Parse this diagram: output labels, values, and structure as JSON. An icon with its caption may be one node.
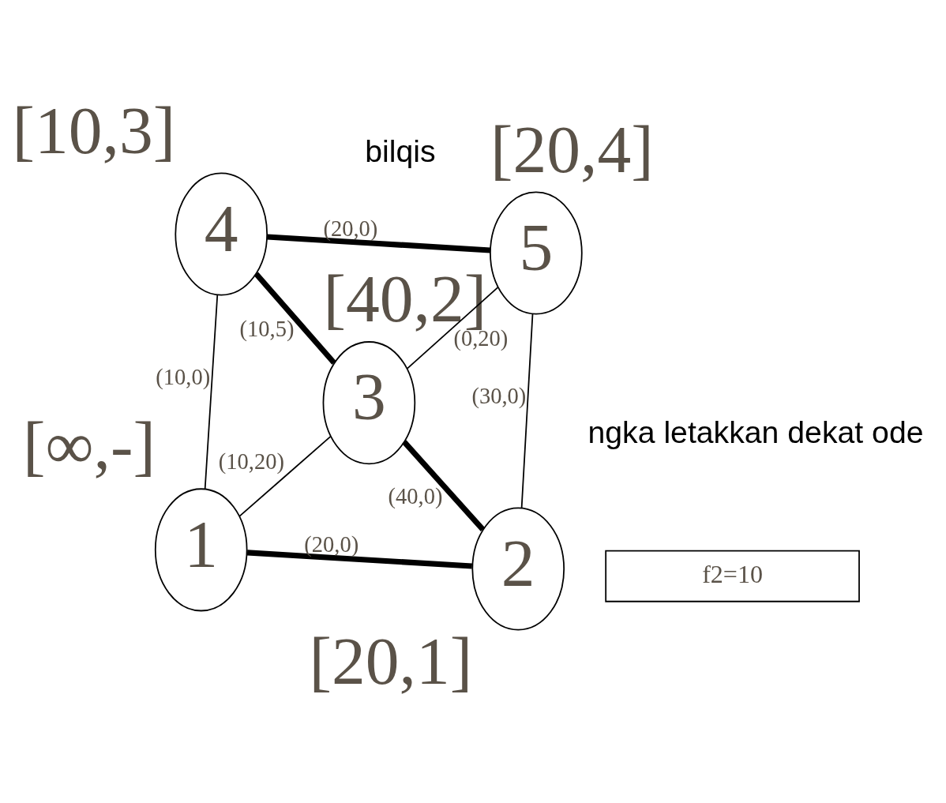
{
  "diagram": {
    "nodes": [
      {
        "text": [
          "1"
        ],
        "beside": [
          "[∞,-]"
        ]
      },
      {
        "text": [
          "2"
        ],
        "beside": [
          "[20,1]"
        ]
      },
      {
        "text": [
          "3"
        ],
        "beside": [
          "[40,2]"
        ]
      },
      {
        "text": [
          "4"
        ],
        "beside": [
          "[10,3]"
        ]
      },
      {
        "text": [
          "5"
        ],
        "beside": [
          "[20,4]"
        ]
      },
      {
        "text": [
          "f2=10"
        ]
      }
    ],
    "edges": [
      {
        "from": 0,
        "to": 3,
        "arrow": "none",
        "label": "(10,0)"
      },
      {
        "from": 0,
        "to": 1,
        "arrow": "none",
        "label": "(20,0)",
        "style": "thick"
      },
      {
        "from": 0,
        "to": 2,
        "arrow": "none",
        "label": "(10,20)"
      },
      {
        "from": 1,
        "to": 4,
        "arrow": "none",
        "label": "(30,0)"
      },
      {
        "from": 1,
        "to": 2,
        "arrow": "none",
        "label": "(40,0)",
        "style": "thick"
      },
      {
        "from": 2,
        "to": 3,
        "arrow": "none",
        "label": "(10,5)",
        "style": "thick"
      },
      {
        "from": 3,
        "to": 4,
        "arrow": "none",
        "label": "(20,0)",
        "style": "thick"
      },
      {
        "from": 2,
        "to": 4,
        "arrow": "none",
        "label": "(0,20)"
      }
    ],
    "labels": [
      "ngka letakkan dekat ode",
      "bilqis"
    ]
  }
}
